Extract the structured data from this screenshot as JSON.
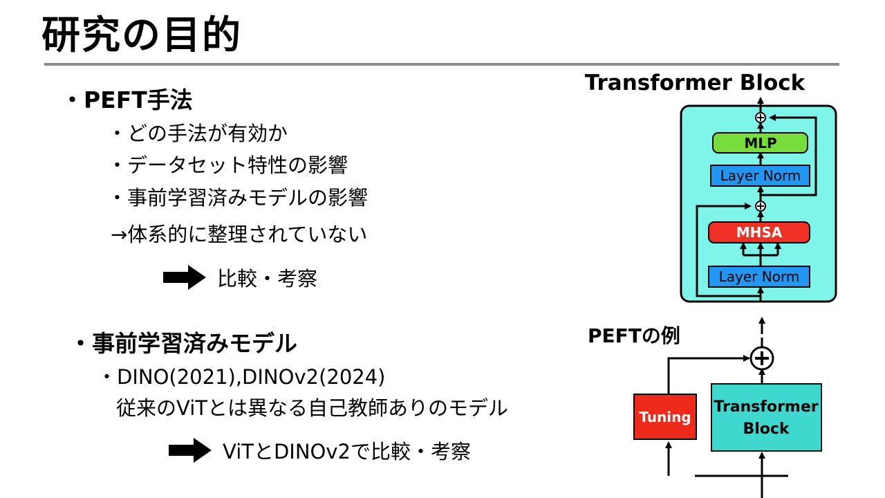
{
  "title": "研究の目的",
  "section1": {
    "heading": "・PEFT手法",
    "items": [
      "・どの手法が有効か",
      "・データセット特性の影響",
      "・事前学習済みモデルの影響"
    ],
    "note": "→体系的に整理されていない",
    "conclusion": "比較・考察"
  },
  "section2": {
    "heading": "・事前学習済みモデル",
    "item": "・DINO(2021),DINOv2(2024)",
    "item_sub": "従来のViTとは異なる自己教師ありのモデル",
    "conclusion": "ViTとDINOv2で比較・考察"
  },
  "diagram": {
    "block_title": "Transformer Block",
    "mlp": "MLP",
    "layer_norm_top": "Layer Norm",
    "mhsa": "MHSA",
    "layer_norm_bottom": "Layer Norm",
    "peft_title": "PEFTの例",
    "tuning": "Tuning",
    "tb_line1": "Transformer",
    "tb_line2": "Block",
    "colors": {
      "block_bg": "#7ff5ea",
      "mlp": "#76dd3c",
      "layer_norm": "#2196f3",
      "mhsa": "#ee3124",
      "tuning": "#ee2a1b",
      "transformer_block": "#3fd8cf"
    }
  }
}
